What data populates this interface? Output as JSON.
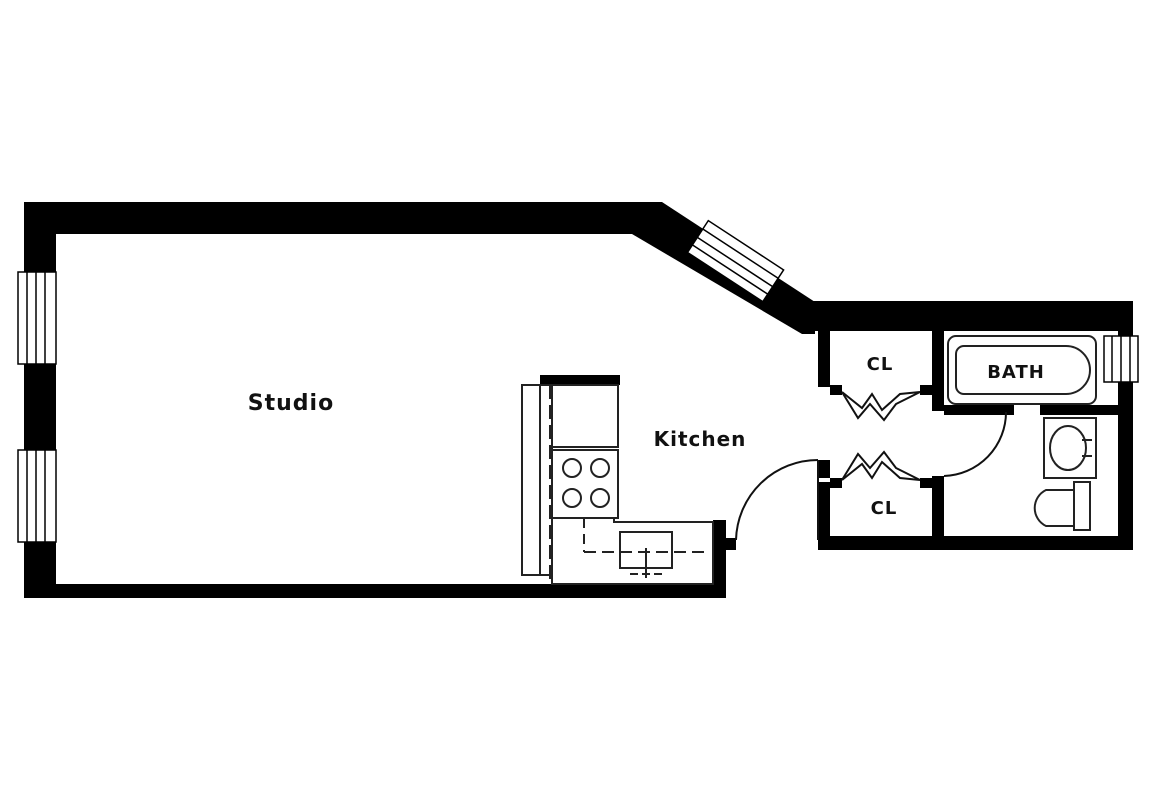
{
  "rooms": {
    "studio": "Studio",
    "kitchen": "Kitchen",
    "closet_upper": "CL",
    "closet_lower": "CL",
    "bath": "BATH"
  },
  "colors": {
    "wall": "#000000",
    "background": "#ffffff",
    "fixture_line": "#222222"
  }
}
